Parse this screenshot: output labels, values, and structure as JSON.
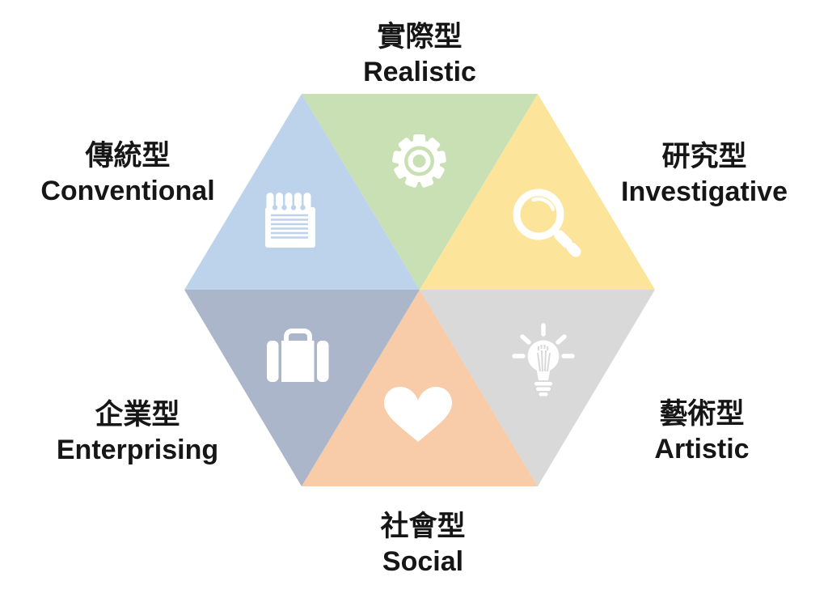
{
  "page": {
    "background": "#FFFFFF",
    "text_color": "#161616"
  },
  "diagram": {
    "type": "hexagon-riasec",
    "icon_color": "#FFFFFF",
    "segments": [
      {
        "id": "realistic",
        "zh": "實際型",
        "en": "Realistic",
        "color": "#C9E0B4",
        "icon": "gear-icon",
        "position": "top"
      },
      {
        "id": "investigative",
        "zh": "研究型",
        "en": "Investigative",
        "color": "#FCE49B",
        "icon": "magnifying-glass-icon",
        "position": "upper-right"
      },
      {
        "id": "artistic",
        "zh": "藝術型",
        "en": "Artistic",
        "color": "#D9D9D9",
        "icon": "lightbulb-icon",
        "position": "lower-right"
      },
      {
        "id": "social",
        "zh": "社會型",
        "en": "Social",
        "color": "#F8CCA9",
        "icon": "heart-icon",
        "position": "bottom"
      },
      {
        "id": "enterprising",
        "zh": "企業型",
        "en": "Enterprising",
        "color": "#ABB6CB",
        "icon": "briefcase-icon",
        "position": "lower-left"
      },
      {
        "id": "conventional",
        "zh": "傳統型",
        "en": "Conventional",
        "color": "#BDD3EC",
        "icon": "notepad-icon",
        "position": "upper-left"
      }
    ]
  }
}
